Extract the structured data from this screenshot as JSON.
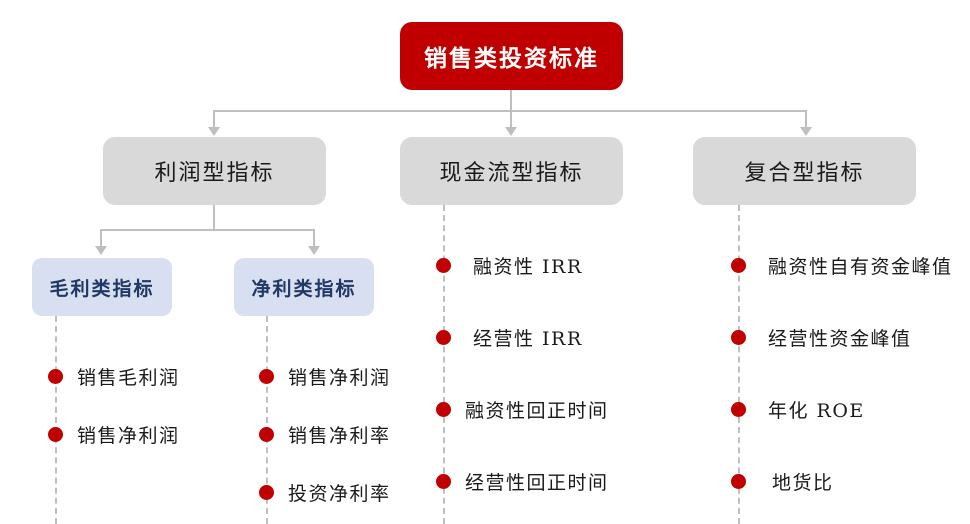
{
  "diagram": {
    "title": "销售类投资标准",
    "root": {
      "label": "销售类投资标准",
      "fill": "#C00000",
      "text_color": "#FFFFFF"
    },
    "level2": [
      {
        "label": "利润型指标",
        "fill": "#D9D9D9"
      },
      {
        "label": "现金流型指标",
        "fill": "#D9D9D9"
      },
      {
        "label": "复合型指标",
        "fill": "#D9D9D9"
      }
    ],
    "level3": [
      {
        "label": "毛利类指标",
        "fill": "#D7DFF0",
        "text_color": "#1F3864"
      },
      {
        "label": "净利类指标",
        "fill": "#D7DFF0",
        "text_color": "#1F3864"
      }
    ],
    "columns": [
      {
        "key": "gross_profit",
        "parent": "毛利类指标",
        "items": [
          {
            "label": "销售毛利润"
          },
          {
            "label": "销售净利润"
          }
        ]
      },
      {
        "key": "net_profit",
        "parent": "净利类指标",
        "items": [
          {
            "label": "销售净利润"
          },
          {
            "label": "销售净利率"
          },
          {
            "label": "投资净利率"
          }
        ]
      },
      {
        "key": "cash_flow",
        "parent": "现金流型指标",
        "items": [
          {
            "label": "融资性 IRR"
          },
          {
            "label": "经营性 IRR"
          },
          {
            "label": "融资性回正时间"
          },
          {
            "label": "经营性回正时间"
          }
        ]
      },
      {
        "key": "composite",
        "parent": "复合型指标",
        "items": [
          {
            "label": "融资性自有资金峰值"
          },
          {
            "label": "经营性资金峰值"
          },
          {
            "label": "年化 ROE"
          },
          {
            "label": "地货比"
          }
        ]
      }
    ],
    "colors": {
      "accent_red": "#C00000",
      "node_gray": "#D9D9D9",
      "node_blue": "#D7DFF0",
      "connector_gray": "#BFBFBF",
      "background": "#FFFFFF"
    }
  }
}
